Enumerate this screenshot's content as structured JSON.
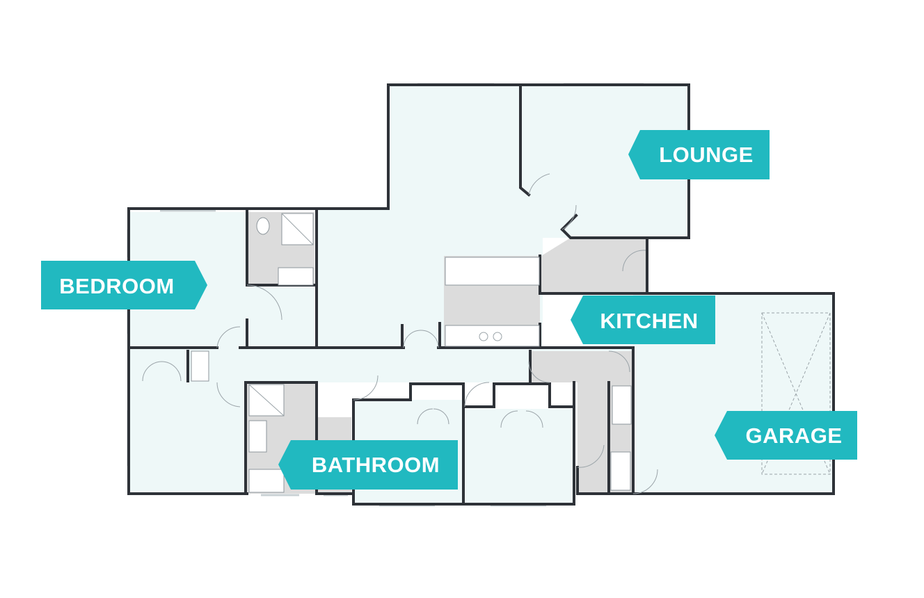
{
  "labels": {
    "lounge": "LOUNGE",
    "bedroom": "BEDROOM",
    "kitchen": "KITCHEN",
    "garage": "GARAGE",
    "bathroom": "BATHROOM"
  },
  "colors": {
    "tag": "#21b9c0",
    "wall": "#2e3238",
    "floor": "#eef8f8",
    "wet_area": "#dcdcdc"
  }
}
